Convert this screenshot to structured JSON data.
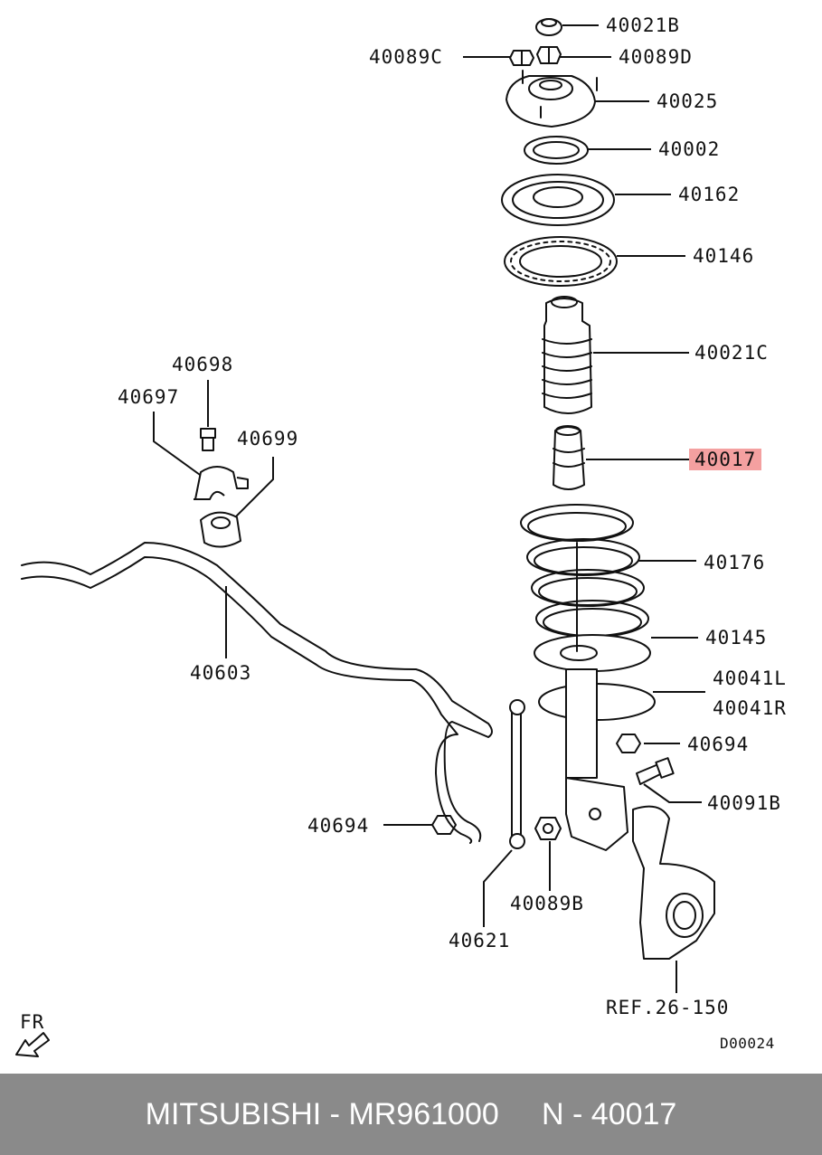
{
  "labels": {
    "p40021B": "40021B",
    "p40089C": "40089C",
    "p40089D": "40089D",
    "p40025": "40025",
    "p40002": "40002",
    "p40162": "40162",
    "p40146": "40146",
    "p40021C": "40021C",
    "p40017": "40017",
    "p40698": "40698",
    "p40697": "40697",
    "p40699": "40699",
    "p40176": "40176",
    "p40145": "40145",
    "p40041L": "40041L",
    "p40041R": "40041R",
    "p40603": "40603",
    "p40694a": "40694",
    "p40694b": "40694",
    "p40091B": "40091B",
    "p40089B": "40089B",
    "p40621": "40621",
    "ref": "REF.26-150",
    "fr": "FR",
    "diagram_code": "D00024"
  },
  "highlight_color": "#f4a0a0",
  "footer": {
    "brand": "MITSUBISHI",
    "sep1": " - ",
    "part_number": "MR961000",
    "gap": "     ",
    "n_label": "N",
    "sep2": " - ",
    "n_value": "40017"
  }
}
